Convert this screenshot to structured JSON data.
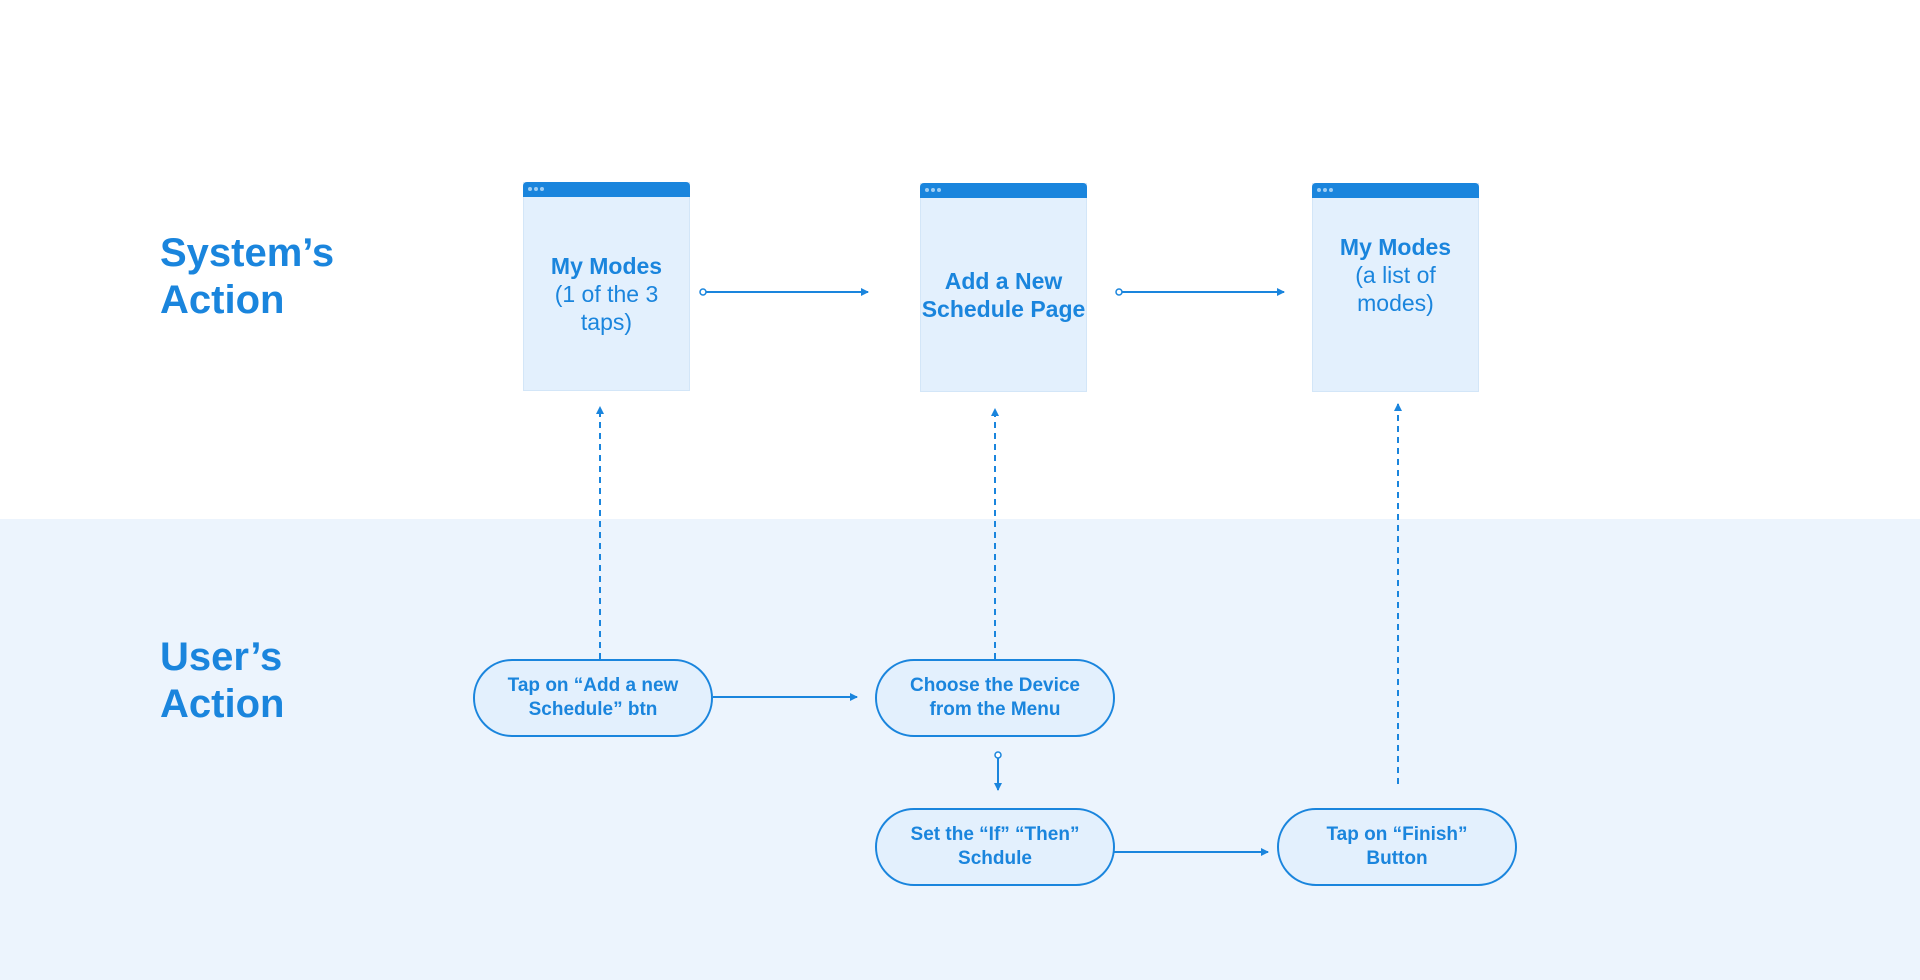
{
  "lanes": {
    "system": {
      "line1": "System’s",
      "line2": "Action"
    },
    "user": {
      "line1": "User’s",
      "line2": "Action"
    }
  },
  "screens": [
    {
      "title": "My Modes",
      "detail_line1": "(1 of the 3",
      "detail_line2": "taps)"
    },
    {
      "title_line1": "Add a New",
      "title_line2": "Schedule Page"
    },
    {
      "title": "My Modes",
      "detail_line1": "(a list of",
      "detail_line2": "modes)"
    }
  ],
  "steps": [
    {
      "line1": "Tap on “Add a new",
      "line2": "Schedule” btn"
    },
    {
      "line1": "Choose the Device",
      "line2": "from the Menu"
    },
    {
      "line1": "Set the “If” “Then”",
      "line2": "Schdule"
    },
    {
      "line1": "Tap on “Finish”",
      "line2": "Button"
    }
  ],
  "colors": {
    "accent": "#1a85dd",
    "lane_background": "#ecf4fd",
    "box_fill": "#e3f0fd"
  }
}
